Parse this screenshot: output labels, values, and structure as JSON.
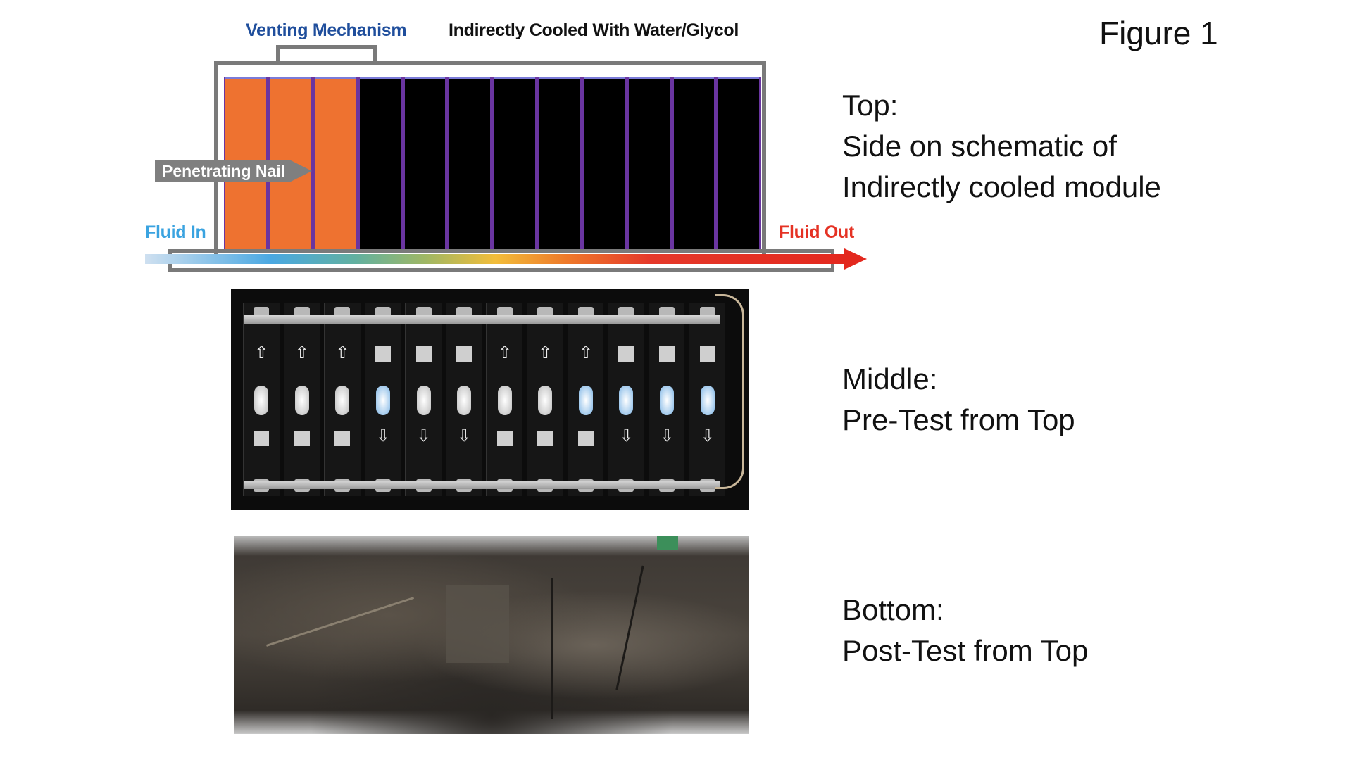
{
  "figure_label": "Figure 1",
  "schematic": {
    "venting_label": "Venting Mechanism",
    "cooling_label": "Indirectly Cooled With Water/Glycol",
    "nail_label": "Penetrating Nail",
    "fluid_in_label": "Fluid In",
    "fluid_out_label": "Fluid Out",
    "cells": [
      "orange",
      "orange",
      "orange",
      "black",
      "black",
      "black",
      "black",
      "black",
      "black",
      "black",
      "black",
      "black"
    ],
    "colors": {
      "nail_cell": "#ee7230",
      "cell": "#000000",
      "separator": "#6a35a0",
      "frame": "#7a7a7a"
    }
  },
  "captions": {
    "top": {
      "line1": "Top:",
      "line2": "Side on schematic of",
      "line3": "Indirectly cooled module"
    },
    "middle": {
      "line1": "Middle:",
      "line2": "Pre-Test from Top"
    },
    "bottom": {
      "line1": "Bottom:",
      "line2": "Post-Test from Top"
    }
  },
  "photo_pre": {
    "cells": [
      {
        "top": "up",
        "blue": false
      },
      {
        "top": "up",
        "blue": false
      },
      {
        "top": "up",
        "blue": false
      },
      {
        "top": "square",
        "blue": true
      },
      {
        "top": "square",
        "blue": false
      },
      {
        "top": "square",
        "blue": false
      },
      {
        "top": "up",
        "blue": false
      },
      {
        "top": "up",
        "blue": false
      },
      {
        "top": "up",
        "blue": true
      },
      {
        "top": "square",
        "blue": true
      },
      {
        "top": "square",
        "blue": true
      },
      {
        "top": "square",
        "blue": true
      }
    ]
  }
}
